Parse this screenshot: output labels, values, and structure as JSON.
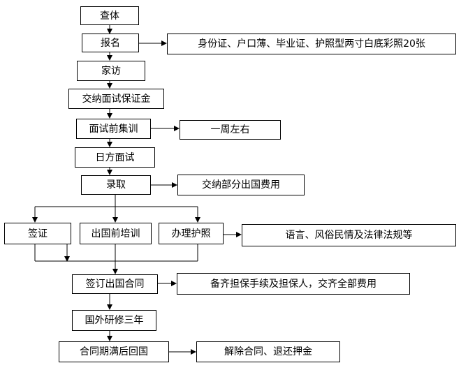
{
  "steps": {
    "physical_exam": "查体",
    "register": "报名",
    "home_visit": "家访",
    "pay_deposit": "交纳面试保证金",
    "pre_interview_training": "面试前集训",
    "japan_interview": "日方面试",
    "admission": "录取",
    "visa": "签证",
    "pre_departure_training": "出国前培训",
    "passport": "办理护照",
    "sign_contract": "签订出国合同",
    "overseas_training": "国外研修三年",
    "return_home": "合同期满后回国"
  },
  "notes": {
    "register_docs": "身份证、户口薄、毕业证、护照型两寸白底彩照20张",
    "training_duration": "一周左右",
    "admission_fees": "交纳部分出国费用",
    "training_topics": "语言、风俗民情及法律法规等",
    "contract_requirements": "备齐担保手续及担保人，交齐全部费用",
    "return_actions": "解除合同、退还押金"
  }
}
